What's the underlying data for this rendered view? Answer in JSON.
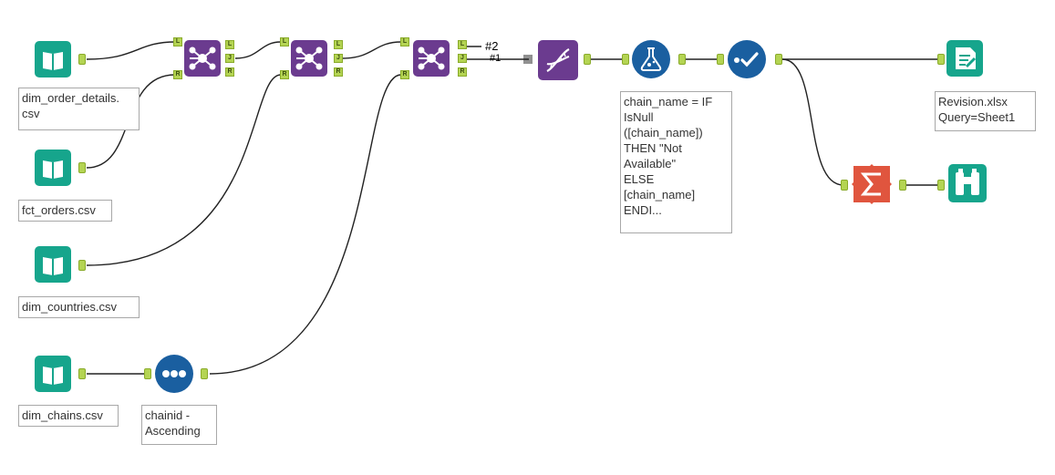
{
  "canvas": {
    "colors": {
      "input": "#16a58c",
      "join": "#6b3b8f",
      "transform": "#6b3b8f",
      "prep": "#1a5fa0",
      "summarize": "#e0553e",
      "output": "#16a58c",
      "anchor": "#b4d453",
      "wire": "#222222"
    }
  },
  "tools": {
    "dim_order_details": {
      "label": "dim_order_details.\ncsv",
      "icon": "book-icon"
    },
    "fct_orders": {
      "label": "fct_orders.csv",
      "icon": "book-icon"
    },
    "dim_countries": {
      "label": "dim_countries.csv",
      "icon": "book-icon"
    },
    "dim_chains": {
      "label": "dim_chains.csv",
      "icon": "book-icon"
    },
    "sort": {
      "label": "chainid -\nAscending",
      "icon": "sort-icon"
    },
    "join1": {
      "icon": "join-icon"
    },
    "join2": {
      "icon": "join-icon"
    },
    "join3": {
      "icon": "join-icon"
    },
    "dna": {
      "icon": "dna-icon"
    },
    "formula": {
      "label": "chain_name = IF\nIsNull\n([chain_name])\nTHEN \"Not\nAvailable\"\nELSE\n[chain_name]\nENDI...",
      "icon": "flask-icon"
    },
    "select": {
      "icon": "checkmark-icon"
    },
    "output": {
      "label": "Revision.xlsx\nQuery=Sheet1",
      "icon": "document-icon"
    },
    "summarize": {
      "icon": "sigma-icon"
    },
    "browse": {
      "icon": "binoculars-icon"
    }
  },
  "join_anchors": {
    "left": "L",
    "join": "J",
    "right": "R"
  },
  "wire_labels": {
    "second": "#2",
    "first": "#1"
  }
}
